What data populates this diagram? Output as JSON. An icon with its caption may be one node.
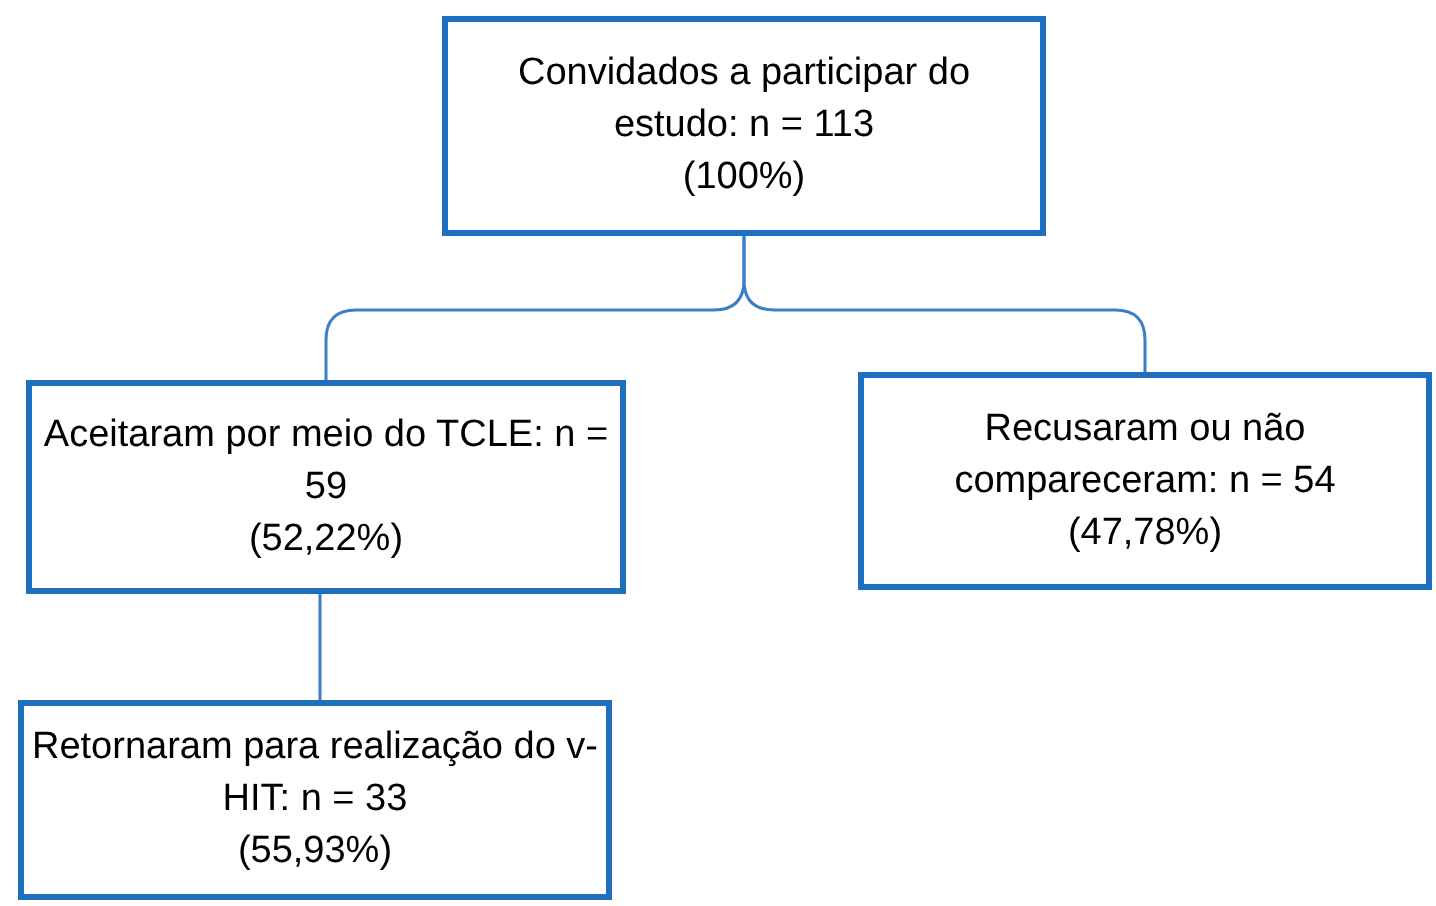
{
  "diagram": {
    "nodes": [
      {
        "text": [
          "Convidados a participar do estudo: n = 113",
          "(100%)"
        ]
      },
      {
        "text": [
          "Aceitaram por meio do TCLE: n = 59",
          "(52,22%)"
        ]
      },
      {
        "text": [
          "Recusaram ou não compareceram: n = 54",
          "(47,78%)"
        ]
      },
      {
        "text": [
          "Retornaram para realização do v-HIT: n = 33",
          "(55,93%)"
        ]
      }
    ],
    "edges": [
      {
        "from": 0,
        "to": 1,
        "arrow": "none"
      },
      {
        "from": 0,
        "to": 2,
        "arrow": "none"
      },
      {
        "from": 1,
        "to": 3,
        "arrow": "none"
      }
    ]
  }
}
